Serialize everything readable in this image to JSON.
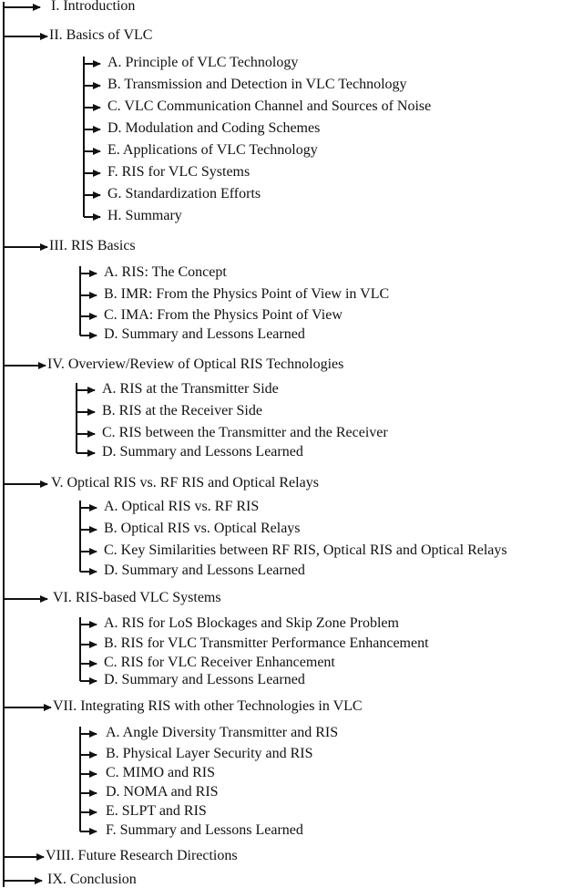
{
  "sections": [
    {
      "label": "I. Introduction",
      "items": []
    },
    {
      "label": "II. Basics of VLC",
      "items": [
        "A.  Principle of VLC Technology",
        "B.  Transmission and Detection in VLC Technology",
        "C.  VLC Communication Channel and Sources of Noise",
        "D.  Modulation and Coding Schemes",
        "E.  Applications of VLC Technology",
        "F.  RIS for VLC Systems",
        "G.  Standardization Efforts",
        "H.  Summary"
      ]
    },
    {
      "label": "III. RIS Basics",
      "items": [
        "A.  RIS: The Concept",
        "B.  IMR: From the Physics Point of View in VLC",
        "C.  IMA: From the Physics Point of View",
        "D.  Summary and Lessons Learned"
      ]
    },
    {
      "label": "IV. Overview/Review of Optical RIS Technologies",
      "items": [
        "A.  RIS at the Transmitter Side",
        "B.  RIS at the Receiver Side",
        "C.  RIS between the Transmitter and the Receiver",
        "D.  Summary and Lessons Learned"
      ]
    },
    {
      "label": "V. Optical RIS vs. RF RIS and Optical Relays",
      "items": [
        "A.  Optical RIS vs. RF RIS",
        "B.  Optical RIS vs. Optical Relays",
        "C.  Key Similarities between RF RIS, Optical RIS and Optical Relays",
        "D.  Summary and Lessons Learned"
      ]
    },
    {
      "label": "VI. RIS-based VLC Systems",
      "items": [
        "A.  RIS for LoS Blockages and Skip Zone Problem",
        "B.  RIS for VLC Transmitter Performance Enhancement",
        "C.  RIS for VLC Receiver Enhancement",
        "D.  Summary and Lessons Learned"
      ]
    },
    {
      "label": "VII. Integrating RIS with other Technologies in VLC",
      "items": [
        "A.  Angle Diversity Transmitter and RIS",
        "B.  Physical Layer Security and RIS",
        "C.  MIMO and RIS",
        "D.  NOMA and RIS",
        "E.  SLPT and RIS",
        "F.  Summary and Lessons Learned"
      ]
    },
    {
      "label": "VIII. Future Research Directions",
      "items": []
    },
    {
      "label": "IX. Conclusion",
      "items": []
    }
  ]
}
